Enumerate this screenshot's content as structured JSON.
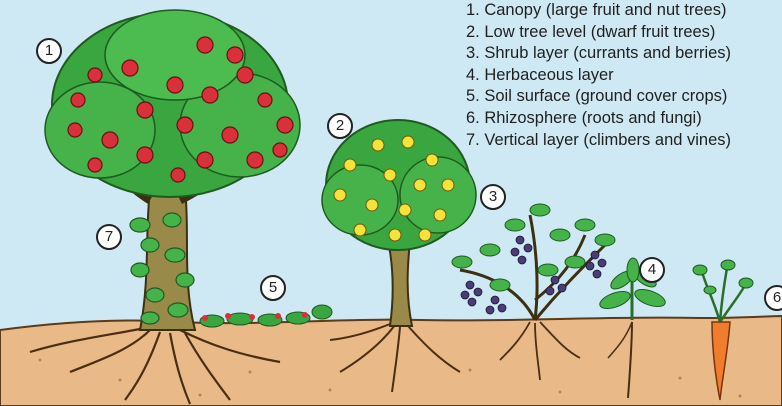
{
  "legend": {
    "items": [
      "1. Canopy (large fruit and nut trees)",
      "2. Low tree level (dwarf fruit trees)",
      "3. Shrub layer (currants and berries)",
      "4. Herbaceous layer",
      "5. Soil surface (ground cover crops)",
      "6. Rhizosphere (roots and fungi)",
      "7. Vertical layer (climbers and vines)"
    ]
  },
  "markers": {
    "m1": "1",
    "m2": "2",
    "m3": "3",
    "m4": "4",
    "m5": "5",
    "m6": "6",
    "m7": "7"
  },
  "colors": {
    "sky": "#cfe9f4",
    "soil": "#e9b987",
    "leaf": "#3aa640",
    "apple": "#d9303a",
    "lemon": "#f6e23a",
    "grape": "#4a3d73",
    "carrot": "#ef7d2d",
    "trunk": "#9a8a4a"
  }
}
